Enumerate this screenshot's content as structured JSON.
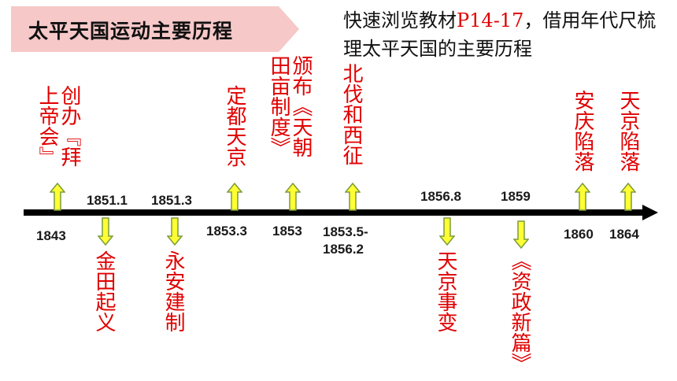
{
  "title": "太平天国运动主要历程",
  "instruction": {
    "text_before": "快速浏览教材",
    "ref": "P14-17",
    "text_after": "，借用年代尺梳理太平天国的主要历程"
  },
  "colors": {
    "event_text": "#e00000",
    "arrow_fill": "#ffff33",
    "arrow_stroke": "#7a9b3c",
    "axis": "#000000",
    "title_bg": "#f6c8c8"
  },
  "timeline": {
    "events": [
      {
        "year": "1843",
        "label": "创办『拜上帝会』",
        "side": "above"
      },
      {
        "year": "1851.1",
        "label": "金田起义",
        "side": "below"
      },
      {
        "year": "1851.3",
        "label": "永安建制",
        "side": "below"
      },
      {
        "year": "1853.3",
        "label": "定都天京",
        "side": "above"
      },
      {
        "year": "1853",
        "label": "颁布《天朝田亩制度》",
        "side": "above"
      },
      {
        "year": "1853.5-1856.2",
        "label": "北伐和西征",
        "side": "above"
      },
      {
        "year": "1856.8",
        "label": "天京事变",
        "side": "below"
      },
      {
        "year": "1859",
        "label": "《资政新篇》",
        "side": "below"
      },
      {
        "year": "1860",
        "label": "安庆陷落",
        "side": "above"
      },
      {
        "year": "1864",
        "label": "天京陷落",
        "side": "above"
      }
    ]
  }
}
